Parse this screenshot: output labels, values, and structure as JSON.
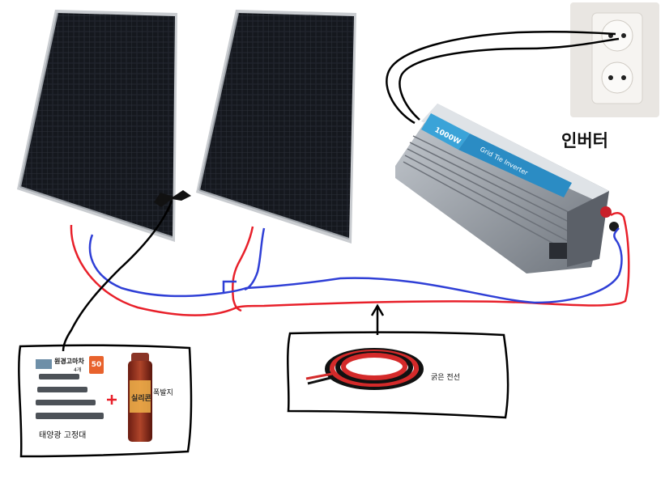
{
  "inverter": {
    "label": "인버터",
    "power_text": "1000W",
    "model_text": "Grid Tie Inverter"
  },
  "cable": {
    "label": "굵은 전선"
  },
  "mounting": {
    "bracket_label": "태양광 고정대",
    "sealant_label": "폭발지",
    "box_title": "원경고마차",
    "box_subtitle": "4개",
    "badge": "50",
    "can_text": "실리콘"
  },
  "colors": {
    "positive_wire": "#e8202a",
    "negative_wire": "#2f3fd6",
    "outline": "#000000",
    "panel_cell": "#1a1d24",
    "panel_frame": "#c9ccd0",
    "inverter_body": "#9aa0a8",
    "inverter_label": "#3aa3d8"
  },
  "icons": [
    "solar-panel-icon",
    "wall-socket-icon",
    "inverter-icon",
    "cable-coil-icon",
    "bracket-icon",
    "spray-can-icon",
    "mc4-connector-icon"
  ]
}
